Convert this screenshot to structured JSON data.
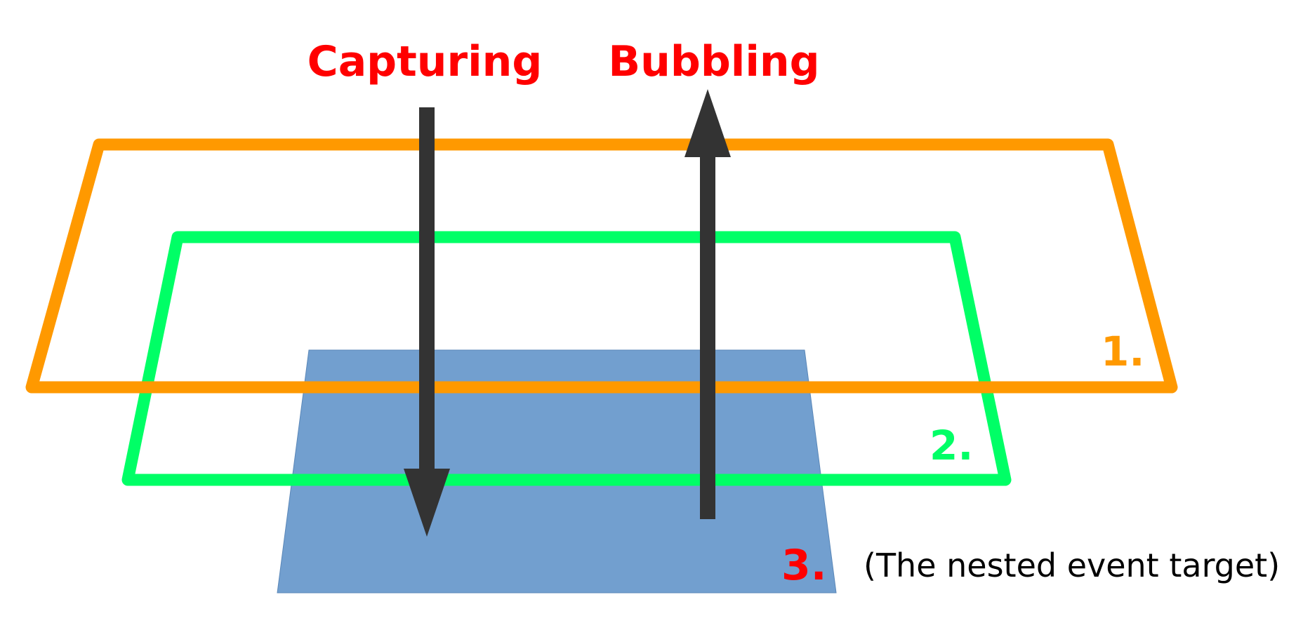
{
  "labels": {
    "capturing": "Capturing",
    "bubbling": "Bubbling",
    "level_1": "1.",
    "level_2": "2.",
    "level_3": "3.",
    "target_description": "(The nested event target)"
  },
  "colors": {
    "capturing_label": "#ff0000",
    "bubbling_label": "#ff0000",
    "outer_layer": "#ff9900",
    "middle_layer": "#00ff66",
    "target_fill": "#729fcf",
    "arrow": "#333333",
    "level_3_label": "#ff0000",
    "description_text": "#000000"
  },
  "layers": [
    {
      "level": "1.",
      "color_key": "outer_layer"
    },
    {
      "level": "2.",
      "color_key": "middle_layer"
    },
    {
      "level": "3.",
      "color_key": "target_fill"
    }
  ],
  "arrows": [
    {
      "label": "Capturing",
      "direction": "down"
    },
    {
      "label": "Bubbling",
      "direction": "up"
    }
  ]
}
